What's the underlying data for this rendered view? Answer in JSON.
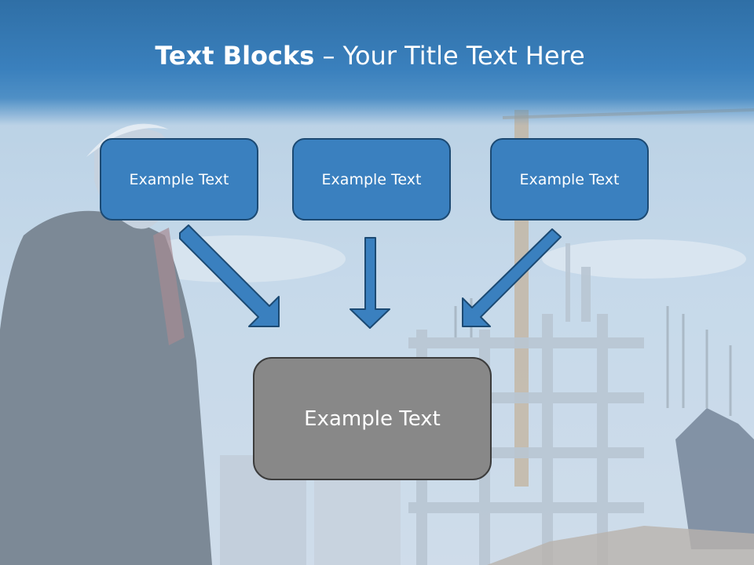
{
  "slide": {
    "title_bold": "Text Blocks",
    "title_separator": " – ",
    "title_rest": "Your Title Text Here",
    "top_blocks": [
      {
        "label": "Example Text"
      },
      {
        "label": "Example Text"
      },
      {
        "label": "Example Text"
      }
    ],
    "bottom_block": {
      "label": "Example Text"
    },
    "background_image": "construction-site-photo"
  },
  "colors": {
    "header": "#2f6fa6",
    "block_fill": "#3a80bf",
    "block_border": "#1c4a73",
    "bottom_fill": "#888888",
    "arrow_fill": "#3a80bf"
  }
}
